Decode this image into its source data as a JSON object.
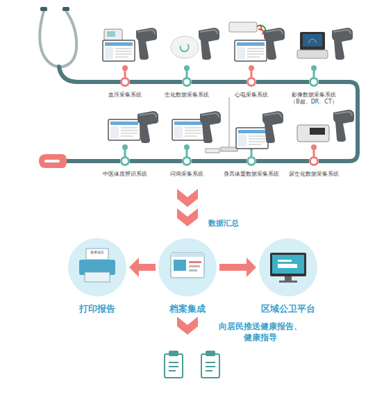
{
  "diagram": {
    "nodes": [
      {
        "text": [
          "血压采集系统"
        ]
      },
      {
        "text": [
          "生化数据采集系统"
        ]
      },
      {
        "text": [
          "心电采集系统"
        ]
      },
      {
        "text": [
          "影像数据采集系统 （B超、DR、CT）"
        ]
      },
      {
        "text": [
          "中医体质辨识系统"
        ]
      },
      {
        "text": [
          "问询采集系统"
        ]
      },
      {
        "text": [
          "身高体重数据采集系统"
        ]
      },
      {
        "text": [
          "尿生化数据采集系统"
        ]
      },
      {
        "text": [
          "打印报告"
        ]
      },
      {
        "text": [
          "档案集成"
        ]
      },
      {
        "text": [
          "区域公卫平台"
        ]
      }
    ],
    "edges": [
      {
        "from": 0,
        "to": 1,
        "arrow": "none"
      },
      {
        "from": 1,
        "to": 2,
        "arrow": "none"
      },
      {
        "from": 2,
        "to": 3,
        "arrow": "none"
      },
      {
        "from": 3,
        "to": 7,
        "arrow": "none"
      },
      {
        "from": 7,
        "to": 6,
        "arrow": "none"
      },
      {
        "from": 6,
        "to": 5,
        "arrow": "none"
      },
      {
        "from": 5,
        "to": 4,
        "arrow": "none"
      },
      {
        "from": 9,
        "to": 8,
        "arrow": "to"
      },
      {
        "from": 9,
        "to": 10,
        "arrow": "to"
      }
    ],
    "labels": [
      "数据汇总",
      "向居民推送健康报告、 健康指导",
      "健康报告"
    ]
  }
}
